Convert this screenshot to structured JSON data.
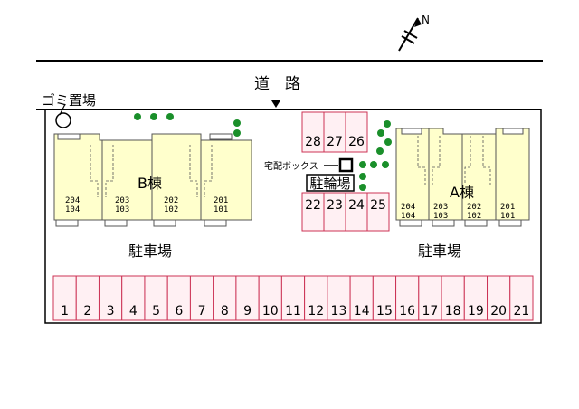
{
  "labels": {
    "north": "N",
    "road": "道　路",
    "garbage": "ゴミ置場",
    "parking_left": "駐車場",
    "parking_right": "駐車場",
    "bicycle": "駐輪場",
    "delivery_box": "宅配ボックス"
  },
  "buildings": [
    {
      "name": "B棟",
      "units": [
        {
          "upper": "204",
          "lower": "104"
        },
        {
          "upper": "203",
          "lower": "103"
        },
        {
          "upper": "202",
          "lower": "102"
        },
        {
          "upper": "201",
          "lower": "101"
        }
      ]
    },
    {
      "name": "A棟",
      "units": [
        {
          "upper": "204",
          "lower": "104"
        },
        {
          "upper": "203",
          "lower": "103"
        },
        {
          "upper": "202",
          "lower": "102"
        },
        {
          "upper": "201",
          "lower": "101"
        }
      ]
    }
  ],
  "bicycle_slots": {
    "top": [
      "28",
      "27",
      "26"
    ],
    "bottom": [
      "22",
      "23",
      "24",
      "25"
    ]
  },
  "parking_slots": [
    "1",
    "2",
    "3",
    "4",
    "5",
    "6",
    "7",
    "8",
    "9",
    "10",
    "11",
    "12",
    "13",
    "14",
    "15",
    "16",
    "17",
    "18",
    "19",
    "20",
    "21"
  ],
  "colors": {
    "building_fill": "#ffffcc",
    "slot_fill": "#fff0f3",
    "slot_stroke": "#cc3355",
    "tree": "#1a8f2a"
  }
}
